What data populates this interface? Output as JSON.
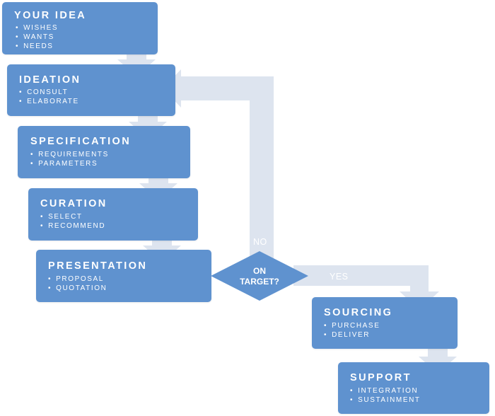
{
  "colors": {
    "box": "#5f92cf",
    "connector": "#dde4ef",
    "decision": "#5f92cf",
    "text": "#ffffff"
  },
  "steps": [
    {
      "title": "YOUR IDEA",
      "items": [
        "WISHES",
        "WANTS",
        "NEEDS"
      ]
    },
    {
      "title": "IDEATION",
      "items": [
        "CONSULT",
        "ELABORATE"
      ]
    },
    {
      "title": "SPECIFICATION",
      "items": [
        "REQUIREMENTS",
        "PARAMETERS"
      ]
    },
    {
      "title": "CURATION",
      "items": [
        "SELECT",
        "RECOMMEND"
      ]
    },
    {
      "title": "PRESENTATION",
      "items": [
        "PROPOSAL",
        "QUOTATION"
      ]
    },
    {
      "title": "SOURCING",
      "items": [
        "PURCHASE",
        "DELIVER"
      ]
    },
    {
      "title": "SUPPORT",
      "items": [
        "INTEGRATION",
        "SUSTAINMENT"
      ]
    }
  ],
  "decision": {
    "line1": "ON",
    "line2": "TARGET?"
  },
  "branches": {
    "no": "NO",
    "yes": "YES"
  }
}
